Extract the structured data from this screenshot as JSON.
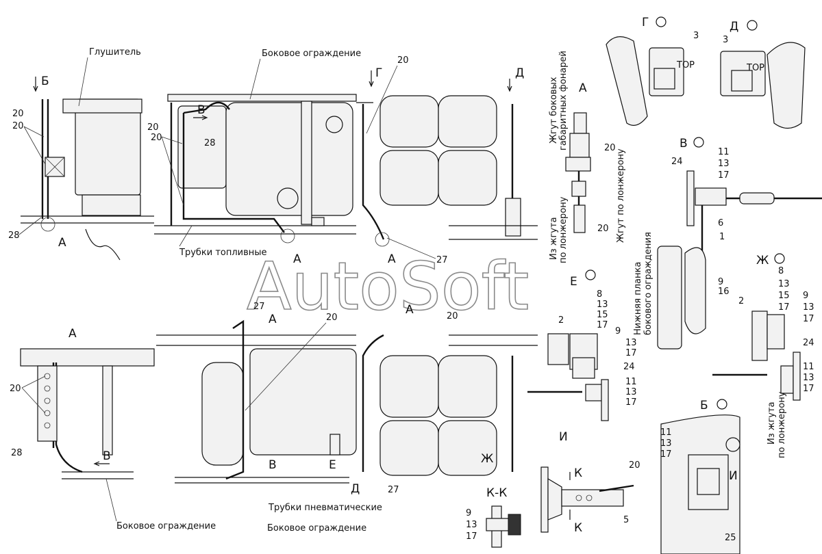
{
  "labels": {
    "muffler": "Глушитель",
    "side_guard": "Боковое ограждение",
    "fuel_pipes": "Трубки топливные",
    "pneumatic_pipes": "Трубки пневматические",
    "lower_plank_1": "Нижняя планка",
    "lower_plank_2": "бокового ограждения",
    "harness_side_1": "Жгут боковых",
    "harness_side_2": "габаритных фонарей",
    "from_harness_1": "Из жгута",
    "from_harness_2": "по лонжерону",
    "harness_spar": "Жгут по лонжерону",
    "tor": "TOP"
  },
  "views": {
    "A": "А",
    "B": "Б",
    "V": "В",
    "G": "Г",
    "D": "Д",
    "E": "Е",
    "Zh": "Ж",
    "I": "И",
    "K": "К",
    "KK": "К-К"
  },
  "callouts": {
    "n1": "1",
    "n2": "2",
    "n3": "3",
    "n5": "5",
    "n6": "6",
    "n8": "8",
    "n9": "9",
    "n11": "11",
    "n13": "13",
    "n15": "15",
    "n16": "16",
    "n17": "17",
    "n20": "20",
    "n24": "24",
    "n25": "25",
    "n27": "27",
    "n28": "28"
  },
  "watermark": "AutoSoft"
}
